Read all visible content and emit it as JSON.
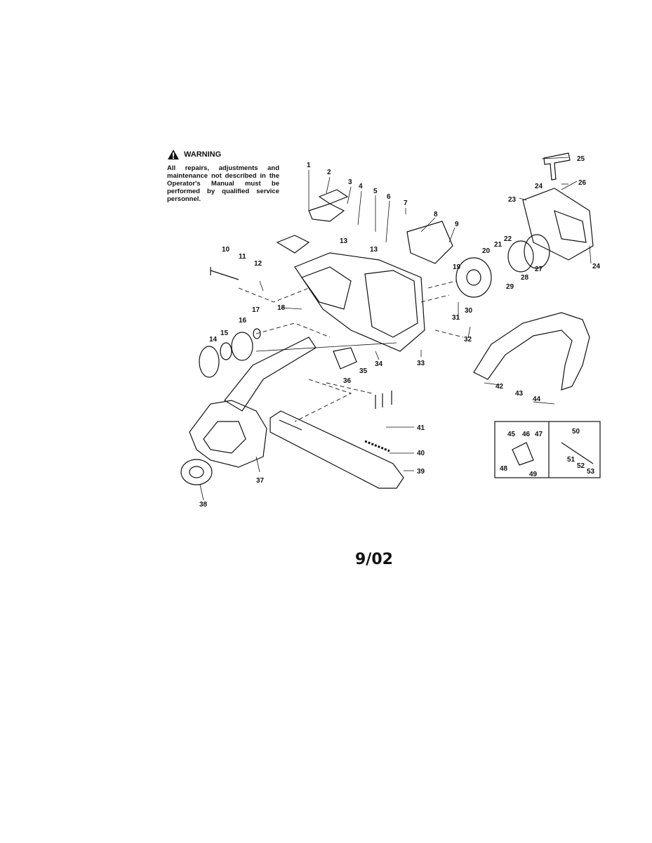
{
  "warning": {
    "title": "WARNING",
    "text": "All repairs, adjustments and maintenance not described in the Operator's Manual must be performed by qualified service personnel."
  },
  "date_code": "9/02",
  "callouts": [
    "1",
    "2",
    "3",
    "4",
    "5",
    "6",
    "7",
    "8",
    "9",
    "10",
    "11",
    "12",
    "13",
    "13",
    "14",
    "15",
    "16",
    "17",
    "18",
    "19",
    "20",
    "21",
    "22",
    "23",
    "24",
    "24",
    "25",
    "26",
    "27",
    "28",
    "29",
    "30",
    "31",
    "32",
    "33",
    "34",
    "35",
    "36",
    "37",
    "38",
    "39",
    "40",
    "41",
    "42",
    "43",
    "44",
    "45",
    "46",
    "47",
    "48",
    "49",
    "50",
    "51",
    "52",
    "53"
  ],
  "icons": {
    "warning_icon": "warning-triangle-icon"
  }
}
